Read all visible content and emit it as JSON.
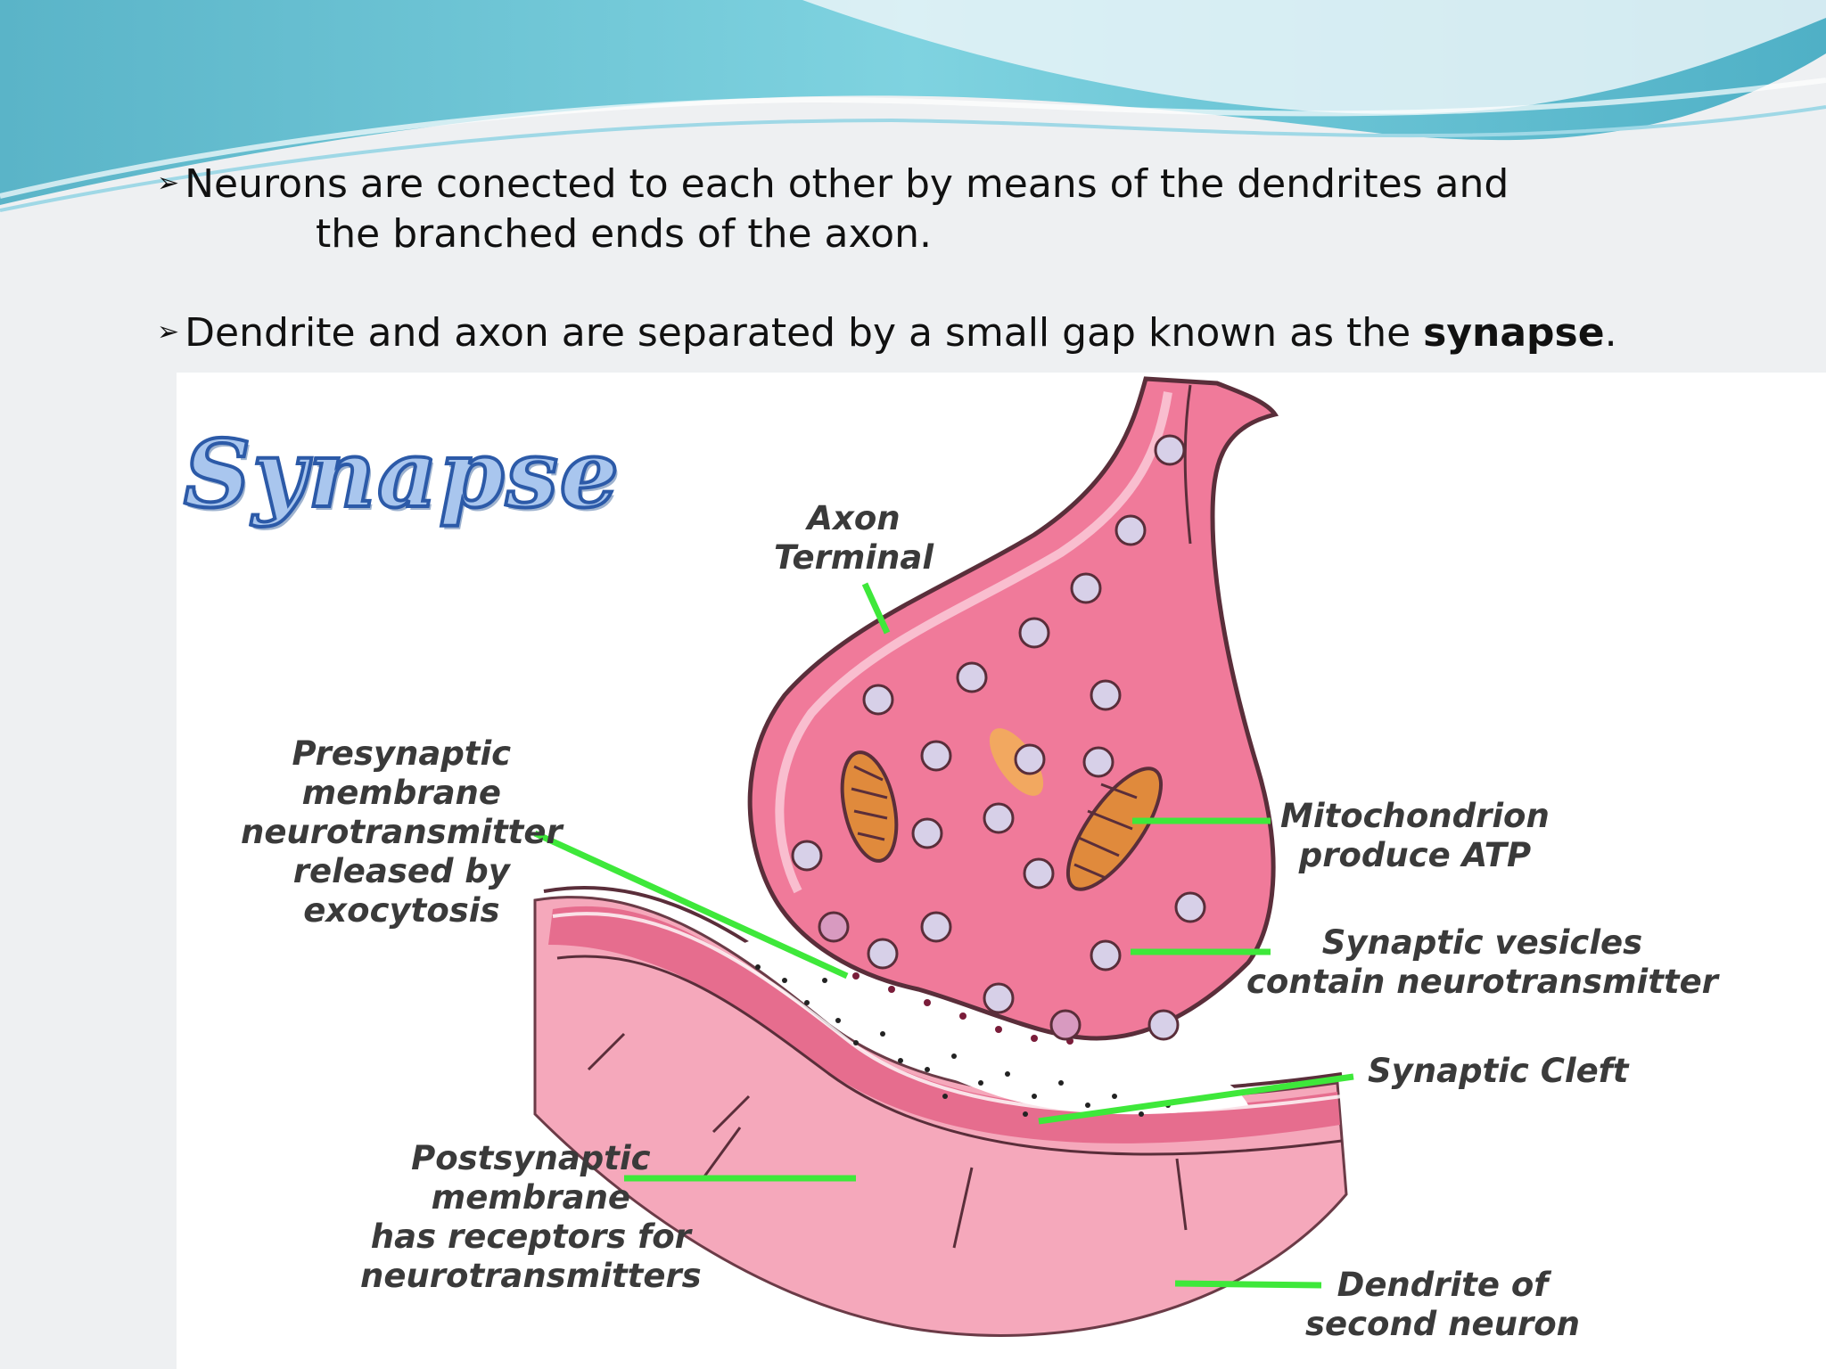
{
  "slide": {
    "bullets": [
      {
        "marker": "➢",
        "line1": "Neurons are conected to each other by means of the dendrites and",
        "line2": "the branched ends of the axon."
      },
      {
        "marker": "➢",
        "text_before": "Dendrite and axon are separated by a small gap known as the ",
        "bold": "synapse",
        "text_after": "."
      }
    ]
  },
  "diagram": {
    "title": "Synapse",
    "labels": {
      "axon_terminal": [
        "Axon",
        "Terminal"
      ],
      "presynaptic": [
        "Presynaptic",
        "membrane",
        "neurotransmitter",
        "released by",
        "exocytosis"
      ],
      "mitochondrion": [
        "Mitochondrion",
        "produce ATP"
      ],
      "vesicles": [
        "Synaptic vesicles",
        "contain neurotransmitter"
      ],
      "cleft": [
        "Synaptic Cleft"
      ],
      "postsynaptic": [
        "Postsynaptic",
        "membrane",
        "has receptors for",
        "neurotransmitters"
      ],
      "dendrite": [
        "Dendrite of",
        "second neuron"
      ]
    },
    "colors": {
      "leader_line": "#3ee83a",
      "terminal_fill": "#f07a9a",
      "dendrite_fill": "#f5a3b8",
      "mitochondrion": "#e08a3c"
    }
  }
}
